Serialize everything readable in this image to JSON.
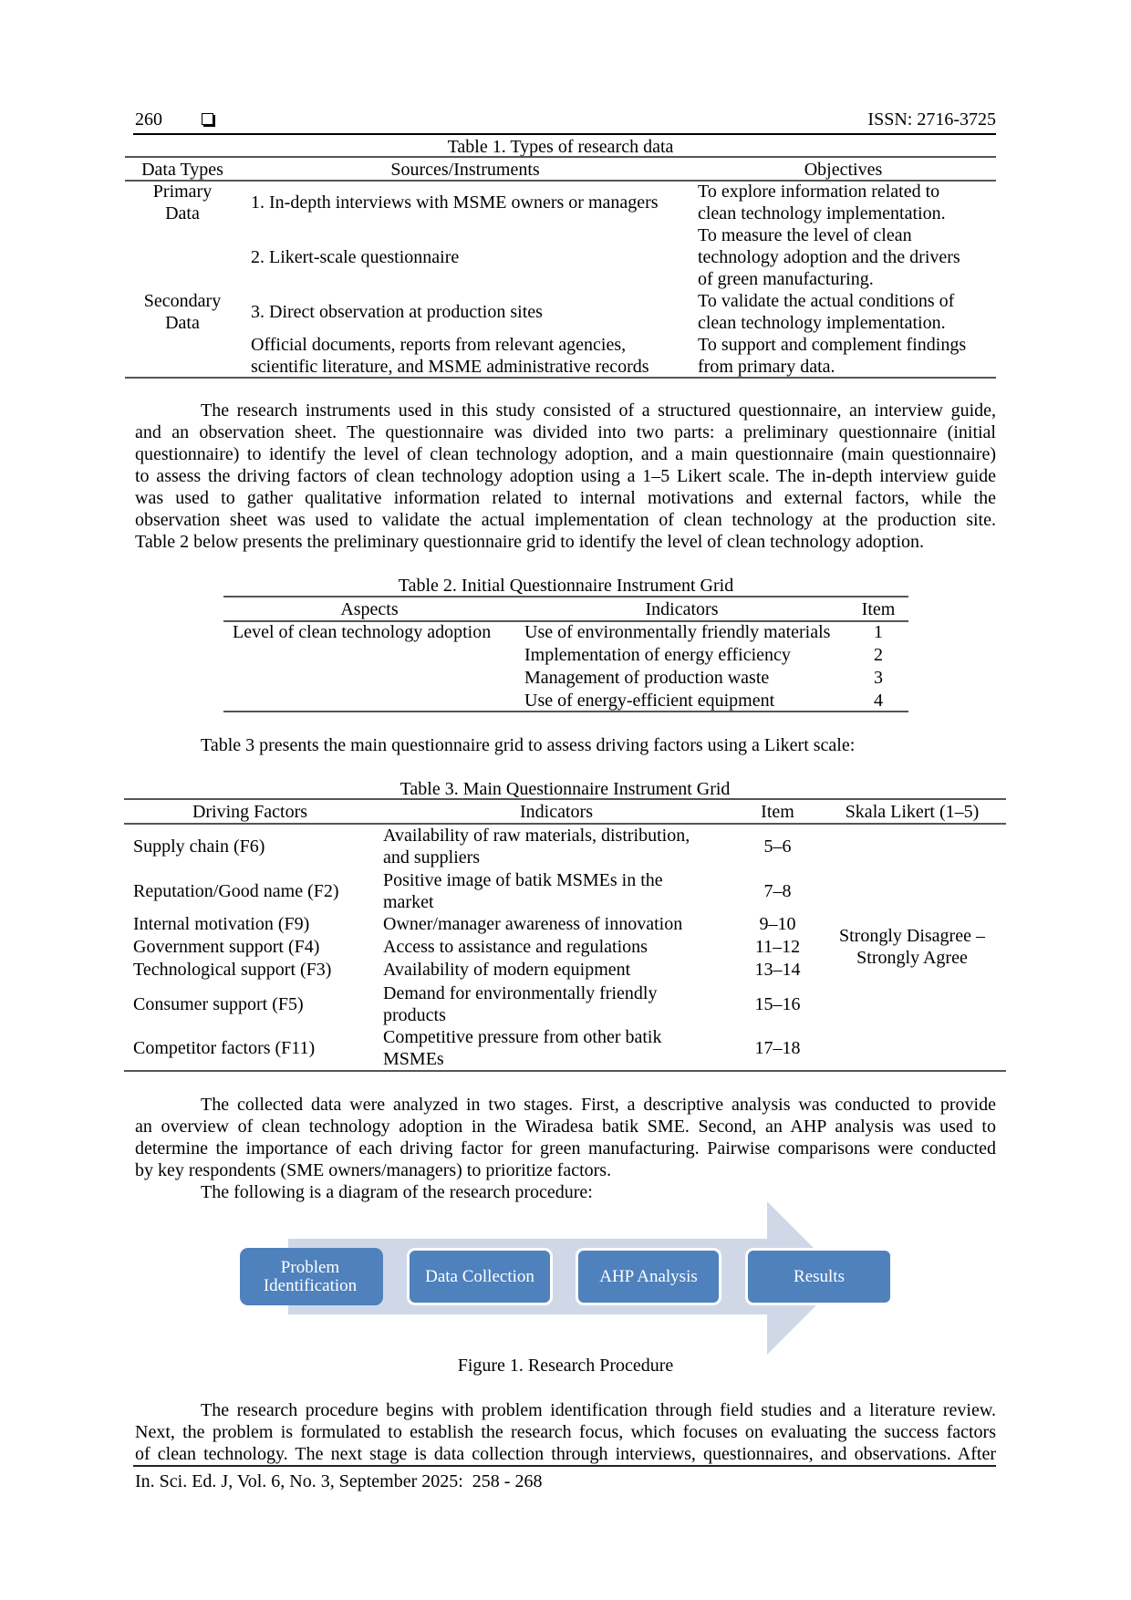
{
  "header": {
    "page_number": "260",
    "issn": "ISSN: 2716-3725",
    "icon": "shadowed-square-icon"
  },
  "table1": {
    "caption": "Table 1. Types of research data",
    "columns": [
      "Data Types",
      "Sources/Instruments",
      "Objectives"
    ],
    "rows": [
      {
        "data_type_lines": [
          "Primary",
          "Data"
        ],
        "source_lines": [
          "1. In-depth interviews with MSME owners or managers"
        ],
        "objective_lines": [
          "To explore information related to",
          "clean technology implementation."
        ]
      },
      {
        "data_type_lines": [],
        "source_lines": [
          "2. Likert-scale questionnaire"
        ],
        "objective_lines": [
          "To measure the level of clean",
          "technology adoption and the drivers",
          "of green manufacturing."
        ]
      },
      {
        "data_type_lines": [
          "Secondary",
          "Data"
        ],
        "source_lines": [
          "3. Direct observation at production sites"
        ],
        "objective_lines": [
          "To validate the actual conditions of",
          "clean technology implementation."
        ]
      },
      {
        "data_type_lines": [],
        "source_lines": [
          "Official documents, reports from relevant agencies,",
          "scientific literature, and MSME administrative records"
        ],
        "objective_lines": [
          "To support and complement findings",
          "from primary data."
        ]
      }
    ]
  },
  "paragraph1": {
    "lines": [
      "The research instruments used in this study consisted of a structured questionnaire, an interview guide,",
      "and an observation sheet. The questionnaire was divided into two parts: a preliminary questionnaire (initial",
      "questionnaire) to identify the level of clean technology adoption, and a main questionnaire (main questionnaire)",
      "to assess the driving factors of clean technology adoption using a 1–5 Likert scale. The in-depth interview guide",
      "was used to gather qualitative information related to internal motivations and external factors, while the",
      "observation sheet was used to validate the actual implementation of clean technology at the production site.",
      "Table 2 below presents the preliminary questionnaire grid to identify the level of clean technology adoption."
    ]
  },
  "table2": {
    "caption": "Table 2. Initial Questionnaire Instrument Grid",
    "columns": [
      "Aspects",
      "Indicators",
      "Item"
    ],
    "aspect": "Level of clean technology adoption",
    "rows": [
      {
        "indicator": "Use of environmentally friendly materials",
        "item": "1"
      },
      {
        "indicator": "Implementation of energy efficiency",
        "item": "2"
      },
      {
        "indicator": "Management of production waste",
        "item": "3"
      },
      {
        "indicator": "Use of energy-efficient equipment",
        "item": "4"
      }
    ]
  },
  "intro_table3": "Table 3 presents the main questionnaire grid to assess driving factors using a Likert scale:",
  "table3": {
    "caption": "Table 3. Main Questionnaire Instrument Grid",
    "columns": [
      "Driving Factors",
      "Indicators",
      "Item",
      "Skala Likert (1–5)"
    ],
    "likert_lines": [
      "Strongly Disagree –",
      "Strongly Agree"
    ],
    "rows": [
      {
        "factor": "Supply chain (F6)",
        "indicator_lines": [
          "Availability of raw materials, distribution,",
          "and suppliers"
        ],
        "item": "5–6"
      },
      {
        "factor": "Reputation/Good name (F2)",
        "indicator_lines": [
          "Positive image of batik MSMEs in the",
          "market"
        ],
        "item": "7–8"
      },
      {
        "factor": "Internal motivation (F9)",
        "indicator_lines": [
          "Owner/manager awareness of innovation"
        ],
        "item": "9–10"
      },
      {
        "factor": "Government support (F4)",
        "indicator_lines": [
          "Access to assistance and regulations"
        ],
        "item": "11–12"
      },
      {
        "factor": "Technological support (F3)",
        "indicator_lines": [
          "Availability of modern equipment"
        ],
        "item": "13–14"
      },
      {
        "factor": "Consumer support (F5)",
        "indicator_lines": [
          "Demand for environmentally friendly",
          "products"
        ],
        "item": "15–16"
      },
      {
        "factor": "Competitor factors (F11)",
        "indicator_lines": [
          "Competitive pressure from other batik",
          "MSMEs"
        ],
        "item": "17–18"
      }
    ]
  },
  "paragraph2": {
    "lines": [
      "The collected data were analyzed in two stages. First, a descriptive analysis was conducted to provide",
      "an overview of clean technology adoption in the Wiradesa batik SME. Second, an AHP analysis was used to",
      "determine the importance of each driving factor for green manufacturing. Pairwise comparisons were conducted",
      "by key respondents (SME owners/managers) to prioritize factors.",
      "The following is a diagram of the research procedure:"
    ]
  },
  "figure1": {
    "steps": [
      {
        "lines": [
          "Problem",
          "Identification"
        ]
      },
      {
        "lines": [
          "Data Collection"
        ]
      },
      {
        "lines": [
          "AHP Analysis"
        ]
      },
      {
        "lines": [
          "Results"
        ]
      }
    ],
    "caption": "Figure 1. Research Procedure",
    "colors": {
      "box": "#4F81BD",
      "arrow": "#D0D8E8",
      "text": "#FFFFFF"
    }
  },
  "paragraph3": {
    "lines": [
      "The research procedure begins with problem identification through field studies and a literature review.",
      "Next, the problem is formulated to establish the research focus, which focuses on evaluating the success factors",
      "of clean technology. The next stage is data collection through interviews, questionnaires, and observations. After"
    ]
  },
  "footer": {
    "citation": "In. Sci. Ed. J, Vol. 6, No. 3, September 2025:  258 - 268"
  }
}
